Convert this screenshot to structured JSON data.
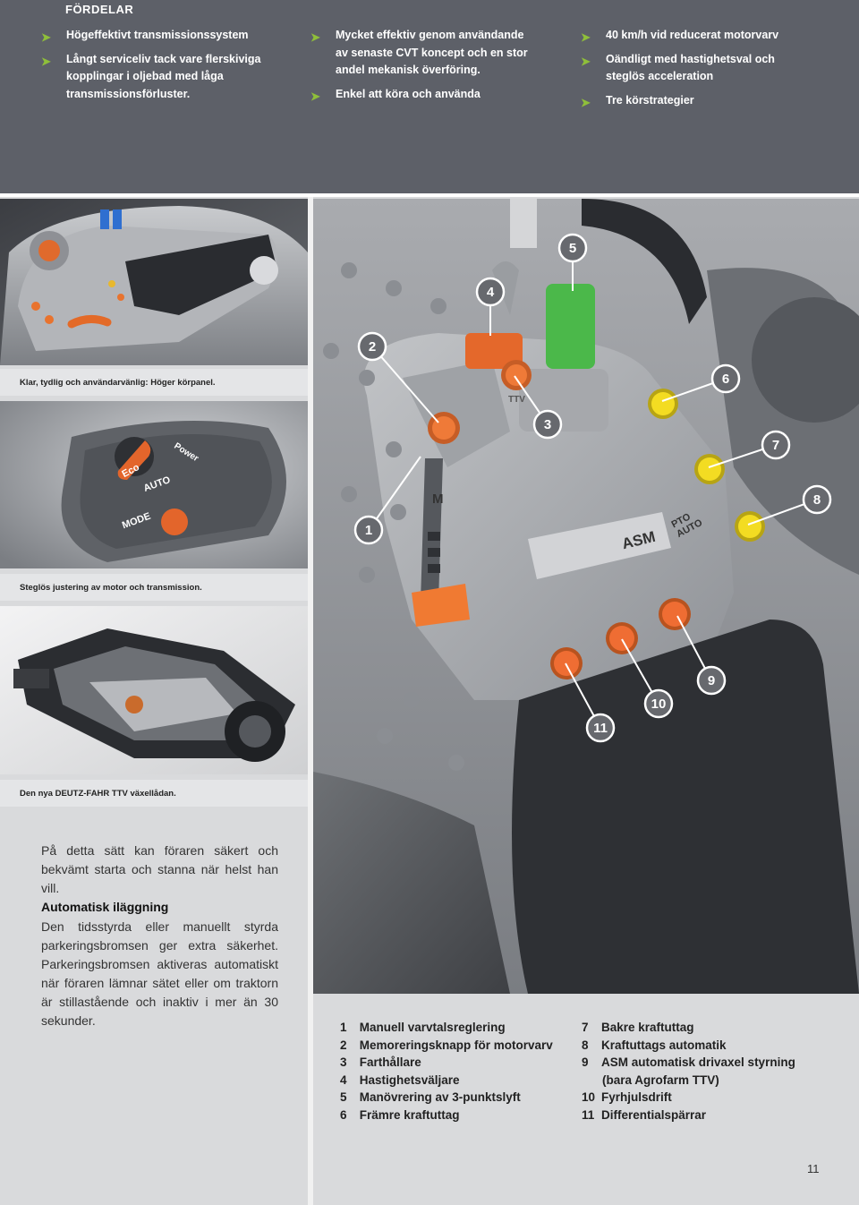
{
  "header": {
    "title": "FÖRDELAR",
    "columns": [
      {
        "items": [
          "Högeffektivt transmissionssystem",
          "Långt serviceliv tack vare flerskiviga kopplingar i oljebad med låga transmissionsförluster."
        ]
      },
      {
        "items": [
          "Mycket effektiv genom användande av senaste CVT koncept och en stor andel mekanisk överföring.",
          "Enkel att köra och använda"
        ]
      },
      {
        "items": [
          "40 km/h vid reducerat motorvarv",
          "Oändligt med hastighetsval och steglös acceleration",
          "Tre körstrategier"
        ]
      }
    ],
    "bullet_icon": "arrow-right-icon",
    "colors": {
      "background": "#5d6068",
      "accent": "#8fbf3a"
    }
  },
  "photos": {
    "panel_caption": "Klar, tydlig och användarvänlig: Höger körpanel.",
    "dial_caption": "Steglös justering av motor och transmission.",
    "dial_labels": {
      "eco": "Eco",
      "power": "Power",
      "auto": "AUTO",
      "mode": "MODE"
    },
    "gearbox_caption": "Den nya DEUTZ-FAHR TTV växellådan.",
    "console_labels": {
      "m": "M",
      "ttv": "TTV",
      "asm": "ASM",
      "pto_auto": "PTO AUTO"
    },
    "markers": [
      "1",
      "2",
      "3",
      "4",
      "5",
      "6",
      "7",
      "8",
      "9",
      "10",
      "11"
    ]
  },
  "text": {
    "intro": "På detta sätt kan föraren säkert och bekvämt starta och stanna när helst han vill.",
    "heading": "Automatisk iläggning",
    "paragraph": "Den tidsstyrda eller manuellt styrda parkeringsbromsen ger extra säkerhet. Parkeringsbromsen aktiveras automatiskt när föraren lämnar sätet eller om traktorn är stillastående och inaktiv i mer än 30 sekunder."
  },
  "legend": [
    {
      "num": "1",
      "label": "Manuell varvtalsreglering"
    },
    {
      "num": "2",
      "label": "Memoreringsknapp för motorvarv"
    },
    {
      "num": "3",
      "label": "Farthållare"
    },
    {
      "num": "4",
      "label": "Hastighetsväljare"
    },
    {
      "num": "5",
      "label": "Manövrering av 3-punktslyft"
    },
    {
      "num": "6",
      "label": "Främre kraftuttag"
    },
    {
      "num": "7",
      "label": "Bakre kraftuttag"
    },
    {
      "num": "8",
      "label": "Kraftuttags automatik"
    },
    {
      "num": "9",
      "label": "ASM automatisk drivaxel styrning",
      "sub": "(bara Agrofarm TTV)"
    },
    {
      "num": "10",
      "label": "Fyrhjulsdrift"
    },
    {
      "num": "11",
      "label": "Differentialspärrar"
    }
  ],
  "page_number": "11"
}
